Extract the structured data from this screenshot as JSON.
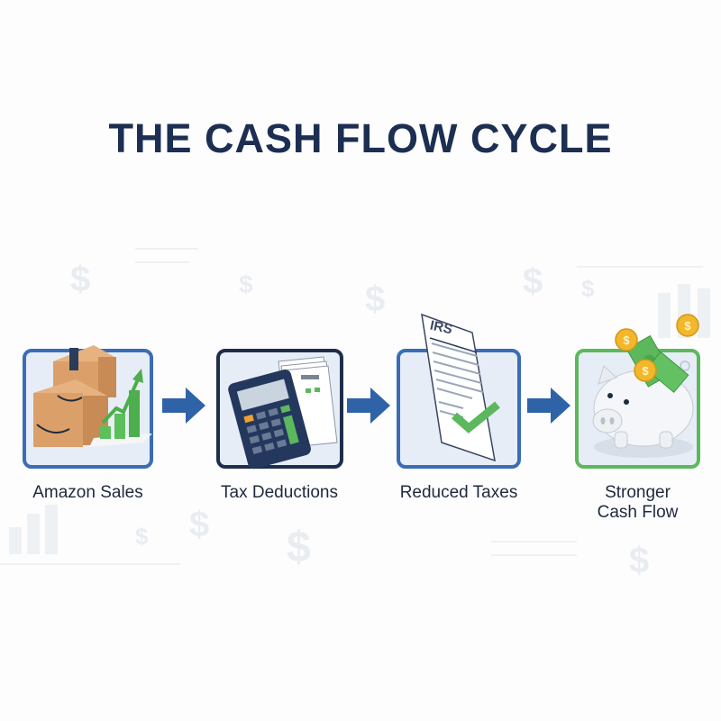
{
  "title": "THE CASH FLOW CYCLE",
  "steps": [
    {
      "label": "Amazon Sales",
      "icon": "boxes-growth-chart-icon",
      "border": "#3a6db5"
    },
    {
      "label": "Tax Deductions",
      "icon": "calculator-receipts-icon",
      "border": "#1e2d4a"
    },
    {
      "label": "Reduced Taxes",
      "icon": "irs-document-check-icon",
      "doc_text": "IRS",
      "border": "#3a6db5"
    },
    {
      "label_line1": "Stronger",
      "label_line2": "Cash Flow",
      "icon": "piggy-bank-coins-icon",
      "border": "#5cb85c"
    }
  ],
  "colors": {
    "title": "#1c2e52",
    "arrow": "#2f63a8",
    "box_fill": "#e7edf6",
    "green": "#5cb85c"
  }
}
